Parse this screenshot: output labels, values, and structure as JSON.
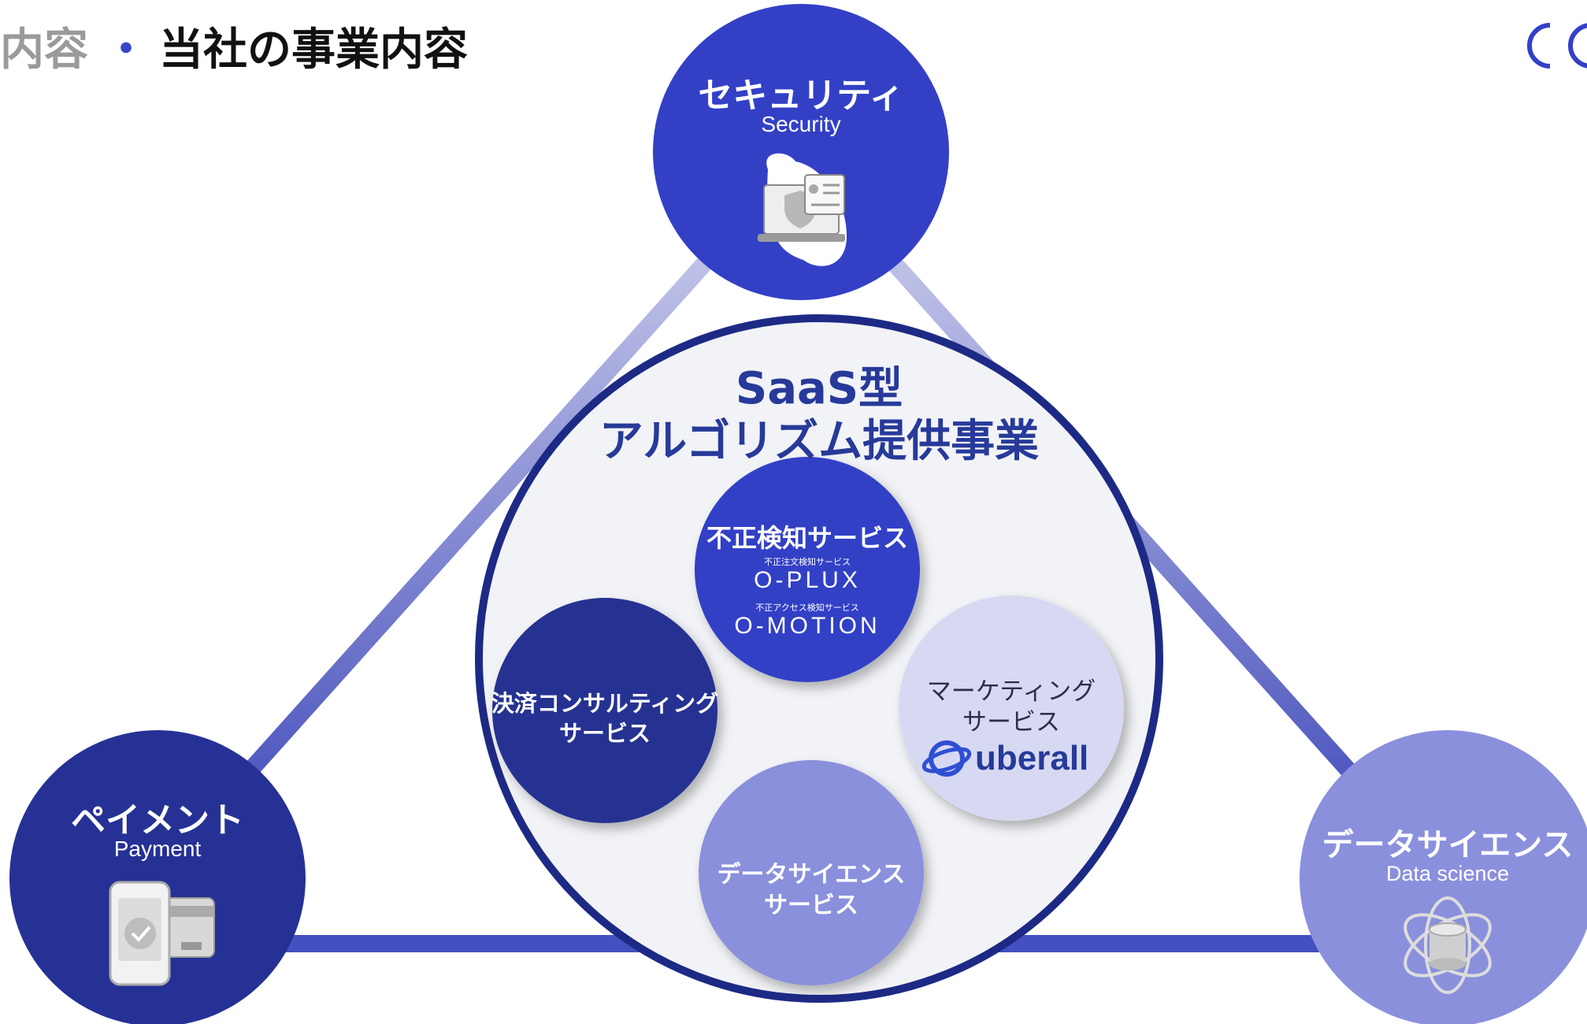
{
  "header": {
    "previous_section": "内容",
    "separator": "・",
    "current_section": "当社の事業内容"
  },
  "outer_nodes": {
    "security": {
      "label_ja": "セキュリティ",
      "label_en": "Security",
      "icon": "laptop-shield-icon"
    },
    "payment": {
      "label_ja": "ペイメント",
      "label_en": "Payment",
      "icon": "phone-card-icon"
    },
    "data_science": {
      "label_ja": "データサイエンス",
      "label_en": "Data science",
      "icon": "database-orbit-icon"
    }
  },
  "center": {
    "title_line1": "SaaS型",
    "title_line2": "アルゴリズム提供事業"
  },
  "services": {
    "fraud": {
      "title": "不正検知サービス",
      "product1_caption": "不正注文検知サービス",
      "product1_name": "O-PLUX",
      "product2_caption": "不正アクセス検知サービス",
      "product2_name": "O-MOTION"
    },
    "payment_consulting": {
      "line1": "決済コンサルティング",
      "line2": "サービス"
    },
    "marketing": {
      "line1": "マーケティング",
      "line2": "サービス",
      "brand": "uberall"
    },
    "data_science": {
      "line1": "データサイエンス",
      "line2": "サービス"
    }
  },
  "colors": {
    "security_blue": "#3340c6",
    "payment_navy": "#263195",
    "data_science_periwinkle": "#8a90dc",
    "consulting_navy": "#283091",
    "marketing_lavender": "#d7d9f2",
    "fraud_blue": "#3340c6",
    "center_ring": "#1d2a85",
    "center_fill": "#f2f3f6"
  }
}
